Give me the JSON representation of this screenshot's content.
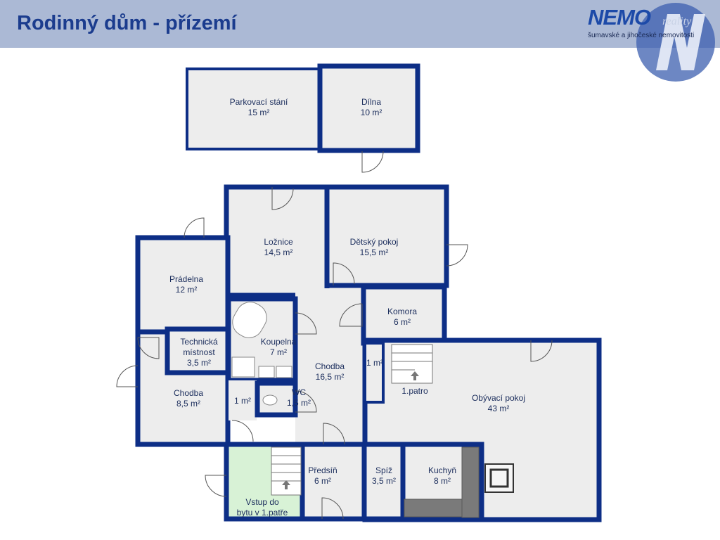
{
  "header": {
    "title": "Rodinný dům - přízemí",
    "logo_brand": "NEMO",
    "logo_reality": "reality",
    "logo_tagline": "šumavské a jihočeské nemovitosti"
  },
  "colors": {
    "wall": "#0d2e86",
    "floor": "#ededed",
    "entry": "#d8f2d6",
    "header": "#abb9d5"
  },
  "rooms": {
    "parking": {
      "name": "Parkovací stání",
      "area": "15 m²"
    },
    "dilna": {
      "name": "Dílna",
      "area": "10 m²"
    },
    "loznice": {
      "name": "Ložnice",
      "area": "14,5 m²"
    },
    "detsky": {
      "name": "Dětský pokoj",
      "area": "15,5 m²"
    },
    "pradelna": {
      "name": "Prádelna",
      "area": "12 m²"
    },
    "technicka": {
      "name1": "Technická",
      "name2": "místnost",
      "area": "3,5 m²"
    },
    "koupelna": {
      "name": "Koupelna",
      "area": "7 m²"
    },
    "chodba_big": {
      "name": "Chodba",
      "area": "16,5 m²"
    },
    "komora": {
      "name": "Komora",
      "area": "6 m²"
    },
    "small_right": {
      "area": "1 m²"
    },
    "stairs_up": {
      "name": "1.patro"
    },
    "obyvaci": {
      "name": "Obývací pokoj",
      "area": "43 m²"
    },
    "chodba_small": {
      "name": "Chodba",
      "area": "8,5 m²"
    },
    "small_left": {
      "area": "1 m²"
    },
    "wc": {
      "name": "WC",
      "area": "1,5 m²"
    },
    "predsin": {
      "name": "Předsíň",
      "area": "6 m²"
    },
    "spiz": {
      "name": "Spíž",
      "area": "3,5 m²"
    },
    "kuchyn": {
      "name": "Kuchyň",
      "area": "8 m²"
    },
    "vstup": {
      "name1": "Vstup do",
      "name2": "bytu v 1.patře"
    }
  }
}
